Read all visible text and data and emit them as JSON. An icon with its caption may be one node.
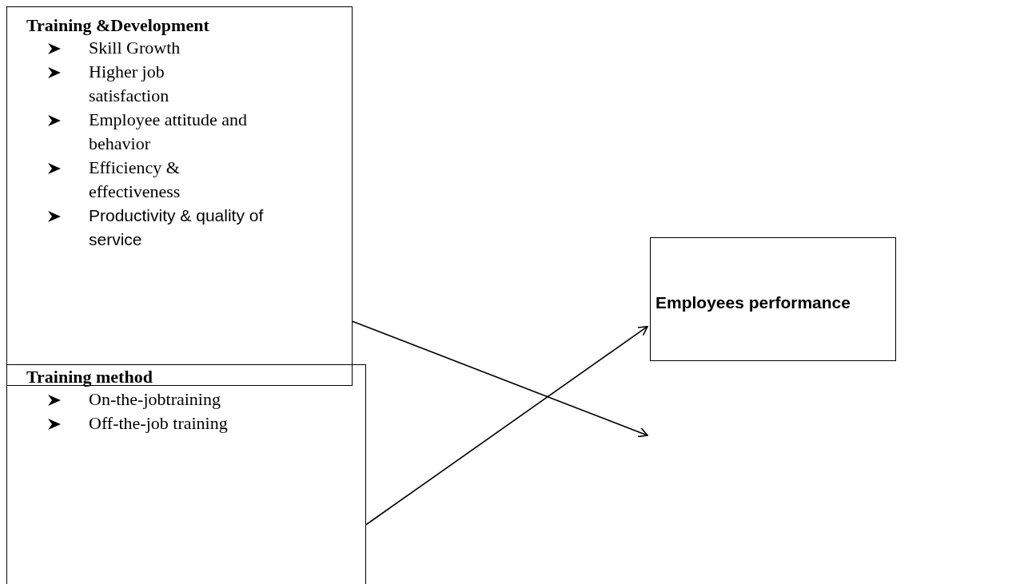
{
  "diagram": {
    "nodes": [
      {
        "text": [
          "Training &Development",
          "Skill Growth",
          "Higher job satisfaction",
          "Employee attitude and behavior",
          "Efficiency & effectiveness",
          "Productivity & quality of service"
        ]
      },
      {
        "text": [
          "Training method",
          "On-the-jobtraining",
          "Off-the-job training"
        ]
      },
      {
        "text": [
          "Employees performance"
        ]
      }
    ],
    "edges": [
      {
        "from": 0,
        "to": null,
        "arrow": "to"
      },
      {
        "from": 1,
        "to": 2,
        "arrow": "to"
      }
    ]
  }
}
